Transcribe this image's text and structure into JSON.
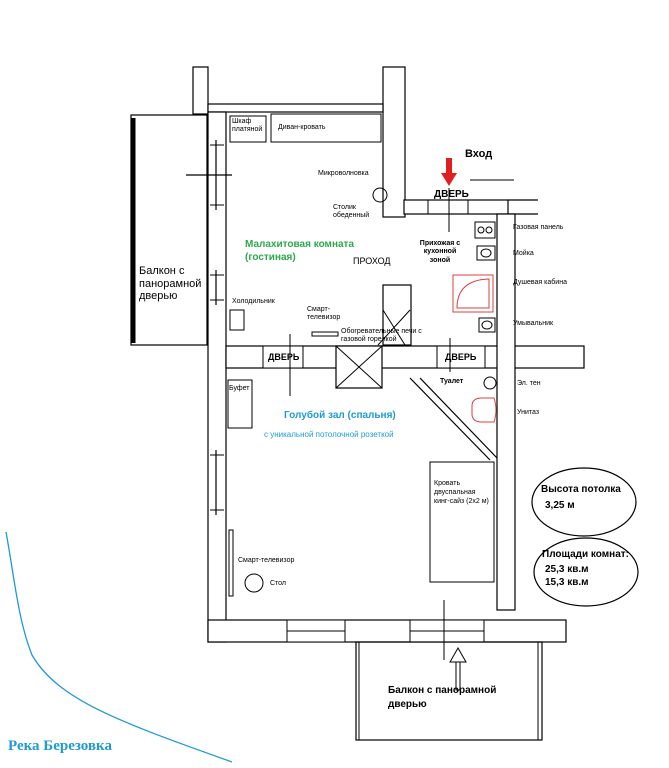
{
  "labels": {
    "entrance": "Вход",
    "door_entry": "ДВЕРЬ",
    "door_living": "ДВЕРЬ",
    "door_bath": "ДВЕРЬ",
    "wardrobe": "Шкаф платяной",
    "sofa_bed": "Диван-кровать",
    "microwave": "Микроволновка",
    "dining_table": "Столик обеденный",
    "living_room": "Малахитовая комната (гостиная)",
    "passage": "ПРОХОД",
    "hallway": "Прихожая с кухонной зоной",
    "gas_panel": "Газовая панель",
    "sink": "Мойка",
    "shower": "Душевая кабина",
    "washbasin": "Умывальник",
    "balcony_left": "Балкон с панорамной дверью",
    "fridge": "Холодильник",
    "smart_tv_living": "Смарт-телевизор",
    "heater": "Обогревательные печи с газовой горелкой",
    "toilet_room": "Туалет",
    "buffet": "Буфет",
    "bedroom": "Голубой зал (спальня)",
    "bedroom_sub": "с уникальной потолочной розеткой",
    "electric_heater": "Эл. тен",
    "toilet": "Унитаз",
    "bed": "Кровать двуспальная кинг-сайз (2х2 м)",
    "ceiling_height_title": "Высота потолка",
    "ceiling_height_value": "3,25 м",
    "areas_title": "Площади комнат:",
    "area_1": "25,3 кв.м",
    "area_2": "15,3 кв.м",
    "smart_tv_bedroom": "Смарт-телевизор",
    "table": "Стол",
    "balcony_bottom": "Балкон с панорамной дверью",
    "river": "Река Березовка"
  },
  "colors": {
    "living_room": "#2da84a",
    "bedroom": "#1f9ad6",
    "river": "#1f9ad6",
    "entrance_arrow": "#e02020",
    "shower_tray": "#d94040"
  }
}
